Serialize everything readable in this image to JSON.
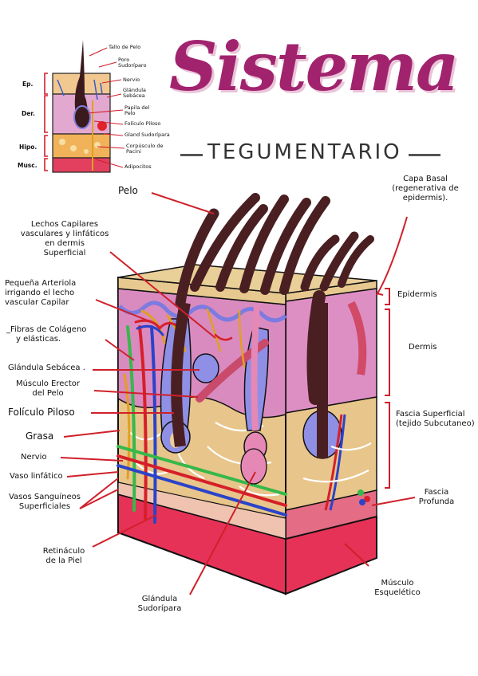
{
  "title": "Sistema",
  "subtitle": "TEGUMENTARIO",
  "mini_diagram": {
    "layers": [
      "Ep.",
      "Der.",
      "Hipo.",
      "Musc."
    ],
    "labels": [
      "Tallo de Pelo",
      "Poro Sudoríparo",
      "Nervio",
      "Glándula Sebácea",
      "Papila del Pelo",
      "Folículo Piloso",
      "Gland Sudorípara",
      "Corpúsculo de Pacini",
      "Adipocitos"
    ]
  },
  "labels": {
    "pelo": "Pelo",
    "capa_basal_1": "Capa Basal",
    "capa_basal_2": "(regenerativa de",
    "capa_basal_3": "epidermis).",
    "lechos_1": "Lechos Capilares",
    "lechos_2": "vasculares y linfáticos",
    "lechos_3": "en dermis",
    "lechos_4": "Superficial",
    "arteriola_1": "Pequeña Arteriola",
    "arteriola_2": "irrigando el lecho",
    "arteriola_3": "vascular Capilar",
    "fibras_1": "_Fibras de Colágeno",
    "fibras_2": "y elásticas.",
    "sebacea": "Glándula Sebácea .",
    "erector_1": "Músculo Erector",
    "erector_2": "del Pelo",
    "foliculo": "Folículo Piloso",
    "grasa": "Grasa",
    "nervio": "Nervio",
    "linfatico": "Vaso linfático",
    "vasos_1": "Vasos Sanguíneos",
    "vasos_2": "Superficiales",
    "retinaculo_1": "Retináculo",
    "retinaculo_2": "de la Piel",
    "sudoripara_1": "Glándula",
    "sudoripara_2": "Sudorípara",
    "epidermis": "Epidermis",
    "dermis": "Dermis",
    "fascia_sup_1": "Fascia Superficial",
    "fascia_sup_2": "(tejido Subcutaneo)",
    "fascia_prof_1": "Fascia",
    "fascia_prof_2": "Profunda",
    "musculo_1": "Músculo",
    "musculo_2": "Esquelético"
  },
  "colors": {
    "title": "#a1236e",
    "pointer": "#d0202a",
    "epidermis": "#e9c98f",
    "dermis": "#d98bc0",
    "hypodermis": "#e8c58a",
    "muscle": "#e23a5a",
    "hair": "#4a1f22",
    "follicle": "#8f8fe6",
    "artery": "#d61f2a",
    "vein": "#2a43c9",
    "lymph": "#36b84a",
    "nerve": "#e0a020"
  }
}
